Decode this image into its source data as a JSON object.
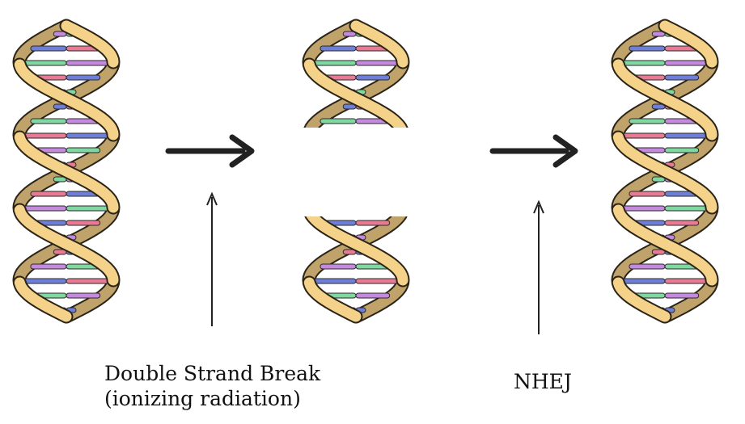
{
  "diagram": {
    "labels": {
      "double_strand_break": "Double Strand Break",
      "ionizing_radiation": "(ionizing radiation)",
      "nhej": "NHEJ"
    },
    "nodes": [
      {
        "id": "intact-dna",
        "state": "intact"
      },
      {
        "id": "broken-dna",
        "state": "double-strand-break"
      },
      {
        "id": "repaired-dna",
        "state": "repaired"
      }
    ],
    "edges": [
      {
        "from": "intact-dna",
        "to": "broken-dna",
        "label_ref": "double_strand_break"
      },
      {
        "from": "broken-dna",
        "to": "repaired-dna",
        "label_ref": "nhej"
      }
    ]
  },
  "colors": {
    "backbone": "#f4d28a",
    "backbone_shadow": "#c0a36a",
    "backbone_outline": "#2b2417",
    "base_purple": "#c58ae0",
    "base_green": "#7fd8a0",
    "base_blue": "#6f7fd8",
    "base_pink": "#e87a93",
    "base_outline": "#2a2a2a",
    "arrow": "#222222",
    "text": "#111111"
  }
}
